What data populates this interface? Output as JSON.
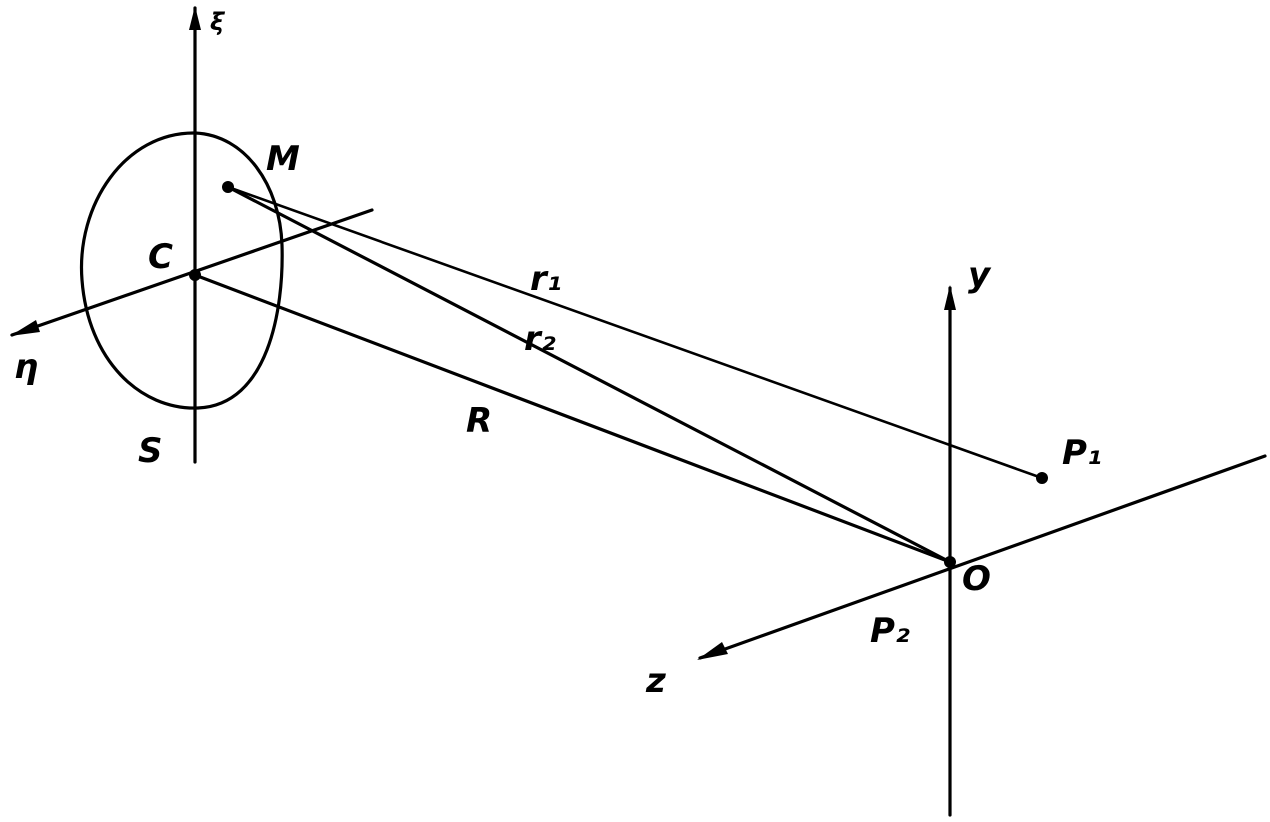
{
  "labels": {
    "zeta": "ξ",
    "M": "M",
    "C": "C",
    "eta": "η",
    "S": "S",
    "r1": "r₁",
    "r2": "r₂",
    "R": "R",
    "y": "y",
    "P1": "P₁",
    "O": "O",
    "P2": "P₂",
    "z": "z"
  },
  "colors": {
    "ink": "#000000",
    "paper": "#ffffff"
  }
}
